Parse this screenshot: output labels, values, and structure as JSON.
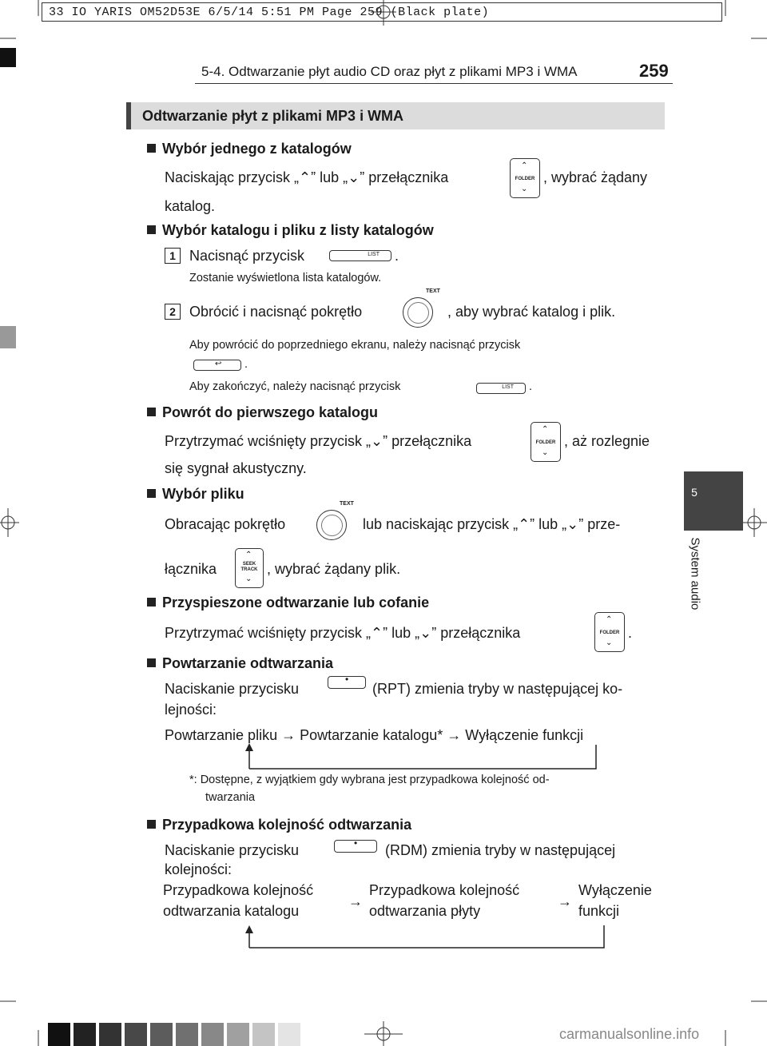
{
  "slug": "33 IO YARIS OM52D53E  6/5/14  5:51 PM  Page 259    (Black plate)",
  "header": {
    "title": "5-4. Odtwarzanie płyt audio CD oraz płyt z plikami MP3 i WMA",
    "page": "259"
  },
  "banner": "Odtwarzanie płyt z plikami MP3 i WMA",
  "side_tab": {
    "number": "5",
    "label": "System audio"
  },
  "sections": {
    "s1": {
      "title": "Wybór jednego z katalogów",
      "line1_a": "Naciskając przycisk „",
      "line1_b": "” lub „",
      "line1_c": "” przełącznika",
      "line1_d": ", wybrać żądany",
      "line2": "katalog."
    },
    "s2": {
      "title": "Wybór katalogu i pliku z listy katalogów",
      "step1_num": "1",
      "step1_a": "Nacisnąć przycisk",
      "step1_b": ".",
      "step1_note": "Zostanie wyświetlona lista katalogów.",
      "step2_num": "2",
      "step2_a": "Obrócić i nacisnąć pokrętło",
      "step2_b": ", aby wybrać katalog i plik.",
      "note1": "Aby powrócić do poprzedniego ekranu, należy nacisnąć przycisk",
      "note1_end": ".",
      "note2_a": "Aby zakończyć, należy nacisnąć przycisk",
      "note2_b": "."
    },
    "s3": {
      "title": "Powrót do pierwszego katalogu",
      "line1_a": "Przytrzymać wciśnięty przycisk „",
      "line1_b": "” przełącznika",
      "line1_c": ", aż rozlegnie",
      "line2": "się sygnał akustyczny."
    },
    "s4": {
      "title": "Wybór pliku",
      "line1_a": "Obracając pokrętło",
      "line1_b": "lub naciskając przycisk „",
      "line1_c": "” lub „",
      "line1_d": "” prze-",
      "line2_a": "łącznika",
      "line2_b": ", wybrać żądany plik."
    },
    "s5": {
      "title": "Przyspieszone odtwarzanie lub cofanie",
      "line1_a": "Przytrzymać wciśnięty przycisk „",
      "line1_b": "” lub „",
      "line1_c": "” przełącznika",
      "line1_d": "."
    },
    "s6": {
      "title": "Powtarzanie odtwarzania",
      "line1_a": "Naciskanie przycisku",
      "line1_b": "(RPT) zmienia tryby w następującej ko-",
      "line2": "lejności:",
      "flow_a": "Powtarzanie pliku",
      "flow_b": "Powtarzanie katalogu*",
      "flow_c": "Wyłączenie funkcji",
      "footnote_a": "*: Dostępne, z wyjątkiem gdy wybrana jest przypadkowa kolejność od-",
      "footnote_b": "twarzania"
    },
    "s7": {
      "title": "Przypadkowa kolejność odtwarzania",
      "line1_a": "Naciskanie przycisku",
      "line1_b": "(RDM) zmienia tryby w następującej",
      "line2": "kolejności:",
      "flow1_a": "Przypadkowa kolejność",
      "flow1_b": "odtwarzania katalogu",
      "flow2_a": "Przypadkowa kolejność",
      "flow2_b": "odtwarzania płyty",
      "flow3_a": "Wyłączenie",
      "flow3_b": "funkcji"
    }
  },
  "button_labels": {
    "folder": "FOLDER",
    "list": "LIST",
    "text": "TEXT",
    "seek": "SEEK",
    "track": "TRACK"
  },
  "footer_watermark": "carmanualsonline.info"
}
